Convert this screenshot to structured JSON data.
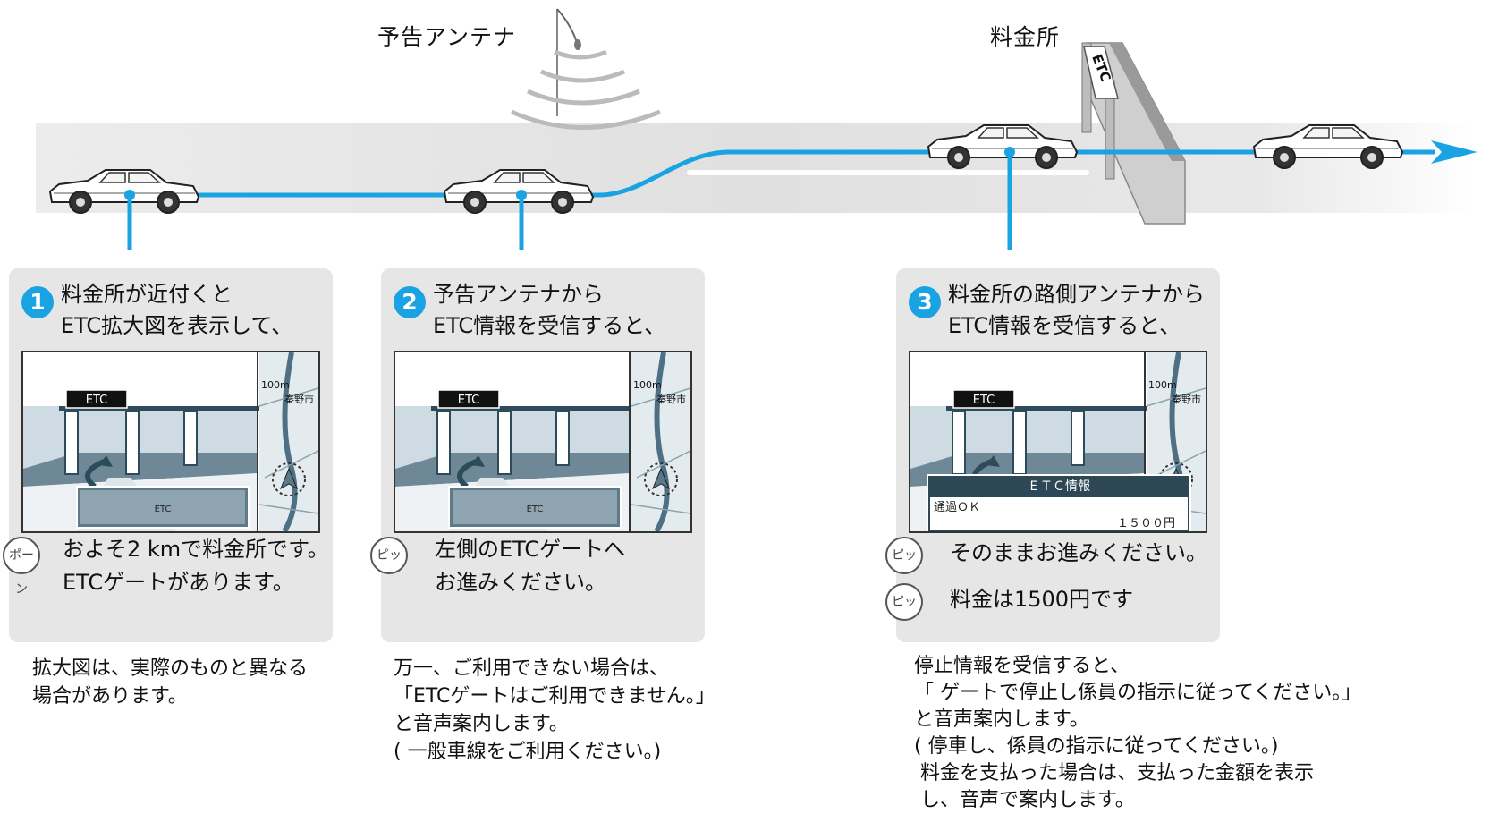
{
  "labels": {
    "antenna": "予告アンテナ",
    "tollgate": "料金所",
    "gate_sign": "ETC"
  },
  "colors": {
    "route": "#1aa3e2",
    "road": "#e2e2e2",
    "panel": "#e6e6e6",
    "step_badge": "#1aa3e2"
  },
  "steps": [
    {
      "number": "1",
      "title_line1": "料金所が近付くと",
      "title_line2": "ETC拡大図を表示して、",
      "screen": {
        "sign": "ETC",
        "scale": "100m",
        "city": "秦野市",
        "info_bar_icon": "ETC"
      },
      "voice_icon": "ポーン",
      "voice_lines": [
        "およそ2 kmで料金所です。",
        "ETCゲートがあります。"
      ],
      "note_lines": [
        "拡大図は、実際のものと異なる",
        "場合があります。"
      ]
    },
    {
      "number": "2",
      "title_line1": "予告アンテナから",
      "title_line2": "ETC情報を受信すると、",
      "screen": {
        "sign": "ETC",
        "scale": "100m",
        "city": "秦野市",
        "info_bar_icon": "ETC"
      },
      "voice_icon": "ピッ",
      "voice_lines": [
        "左側のETCゲートへ",
        "お進みください。"
      ],
      "note_lines": [
        "万一、ご利用できない場合は、",
        "「ETCゲートはご利用できません。」",
        "と音声案内します。",
        "( 一般車線をご利用ください。)"
      ]
    },
    {
      "number": "3",
      "title_line1": "料金所の路側アンテナから",
      "title_line2": "ETC情報を受信すると、",
      "screen": {
        "sign": "ETC",
        "scale": "100m",
        "city": "秦野市",
        "info_title": "ＥＴＣ情報",
        "info_status": "通過ＯＫ",
        "info_fee": "１５００円"
      },
      "voice_icon": "ピッ",
      "voice_lines": [
        "そのままお進みください。"
      ],
      "voice2_icon": "ピッ",
      "voice2_lines": [
        "料金は1500円です"
      ],
      "note_lines": [
        "停止情報を受信すると、",
        "「 ゲートで停止し係員の指示に従ってください。」",
        "と音声案内します。",
        "( 停車し、係員の指示に従ってください。)",
        " 料金を支払った場合は、支払った金額を表示",
        " し、音声で案内します。"
      ]
    }
  ]
}
